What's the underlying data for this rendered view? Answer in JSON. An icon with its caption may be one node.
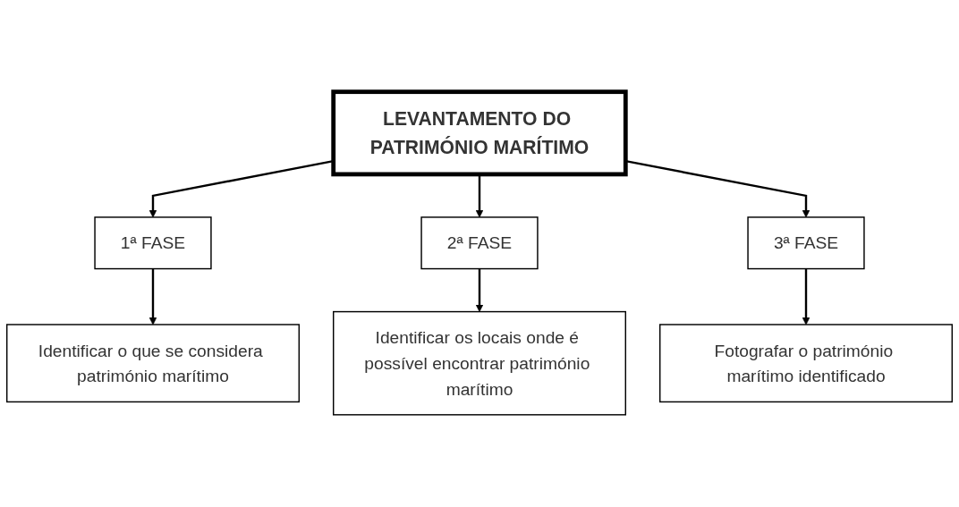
{
  "diagram": {
    "nodes": [
      {
        "text": [
          "LEVANTAMENTO DO PATRIMÓNIO MARÍTIMO"
        ]
      },
      {
        "text": [
          "1ª FASE"
        ]
      },
      {
        "text": [
          "2ª FASE"
        ]
      },
      {
        "text": [
          "3ª FASE"
        ]
      },
      {
        "text": [
          "Identificar o que se considera património marítimo"
        ]
      },
      {
        "text": [
          "Identificar os locais onde é possível encontrar património marítimo"
        ]
      },
      {
        "text": [
          "Fotografar o património marítimo identificado"
        ]
      }
    ],
    "edges": [
      {
        "from": 0,
        "to": 1,
        "arrow": "to"
      },
      {
        "from": 0,
        "to": 2,
        "arrow": "to"
      },
      {
        "from": 0,
        "to": 3,
        "arrow": "to"
      },
      {
        "from": 1,
        "to": 4,
        "arrow": "to"
      },
      {
        "from": 2,
        "to": 5,
        "arrow": "to"
      },
      {
        "from": 3,
        "to": 6,
        "arrow": "to"
      }
    ]
  }
}
